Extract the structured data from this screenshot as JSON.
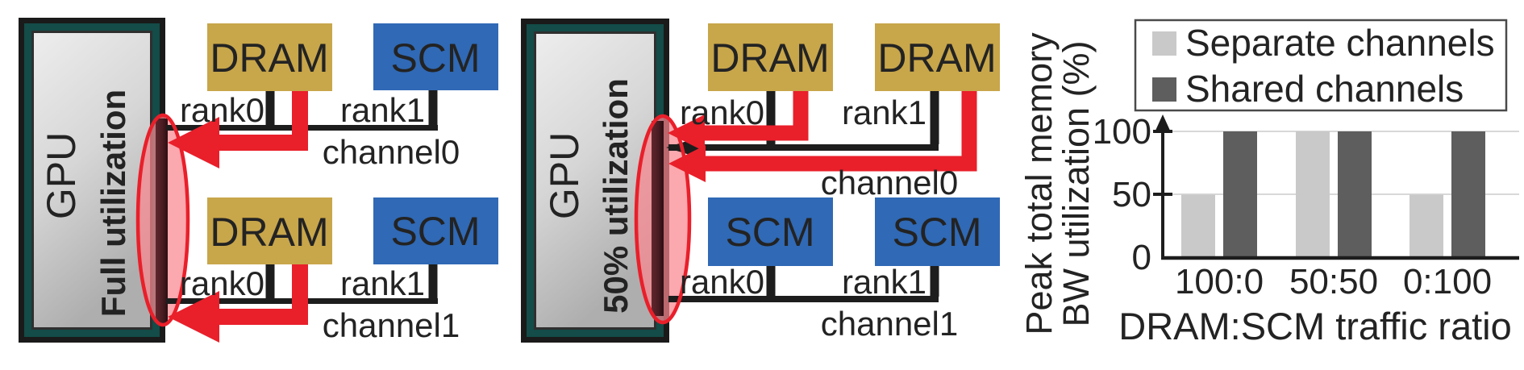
{
  "figure": {
    "background": "#ffffff",
    "panels": {
      "left": {
        "gpu_label": "GPU",
        "utilization_label": "Full utilization",
        "channel0": {
          "mem0": "DRAM",
          "mem1": "SCM",
          "rank0": "rank0",
          "rank1": "rank1",
          "label": "channel0"
        },
        "channel1": {
          "mem0": "DRAM",
          "mem1": "SCM",
          "rank0": "rank0",
          "rank1": "rank1",
          "label": "channel1"
        }
      },
      "middle": {
        "gpu_label": "GPU",
        "utilization_label": "50% utilization",
        "channel0": {
          "mem0": "DRAM",
          "mem1": "DRAM",
          "rank0": "rank0",
          "rank1": "rank1",
          "label": "channel0"
        },
        "channel1": {
          "mem0": "SCM",
          "mem1": "SCM",
          "rank0": "rank0",
          "rank1": "rank1",
          "label": "channel1"
        }
      }
    },
    "colors": {
      "dram": "#c8a64a",
      "scm": "#3069b5",
      "red": "#e91f2a",
      "teal": "#134c48",
      "maroon_dark": "#2b0e13",
      "maroon_light": "#5f272d",
      "ellipse_fill": "rgba(249,134,143,0.72)",
      "wire_black": "#1d1d1d",
      "bar_light": "#c9c9c9",
      "bar_dark": "#5e5e5e",
      "gridline": "#d8d8d8"
    }
  },
  "chart_data": {
    "type": "bar",
    "title": "",
    "categories": [
      "100:0",
      "50:50",
      "0:100"
    ],
    "series": [
      {
        "name": "Separate channels",
        "values": [
          50,
          100,
          50
        ],
        "color": "#c9c9c9"
      },
      {
        "name": "Shared channels",
        "values": [
          100,
          100,
          100
        ],
        "color": "#5e5e5e"
      }
    ],
    "xlabel": "DRAM:SCM traffic ratio",
    "ylabel": "Peak total memory BW utilization (%)",
    "ylabel_lines": [
      "Peak total memory",
      "BW utilization (%)"
    ],
    "yticks": [
      0,
      50,
      100
    ],
    "ylim": [
      0,
      100
    ],
    "grid": true,
    "legend_position": "top-right"
  }
}
